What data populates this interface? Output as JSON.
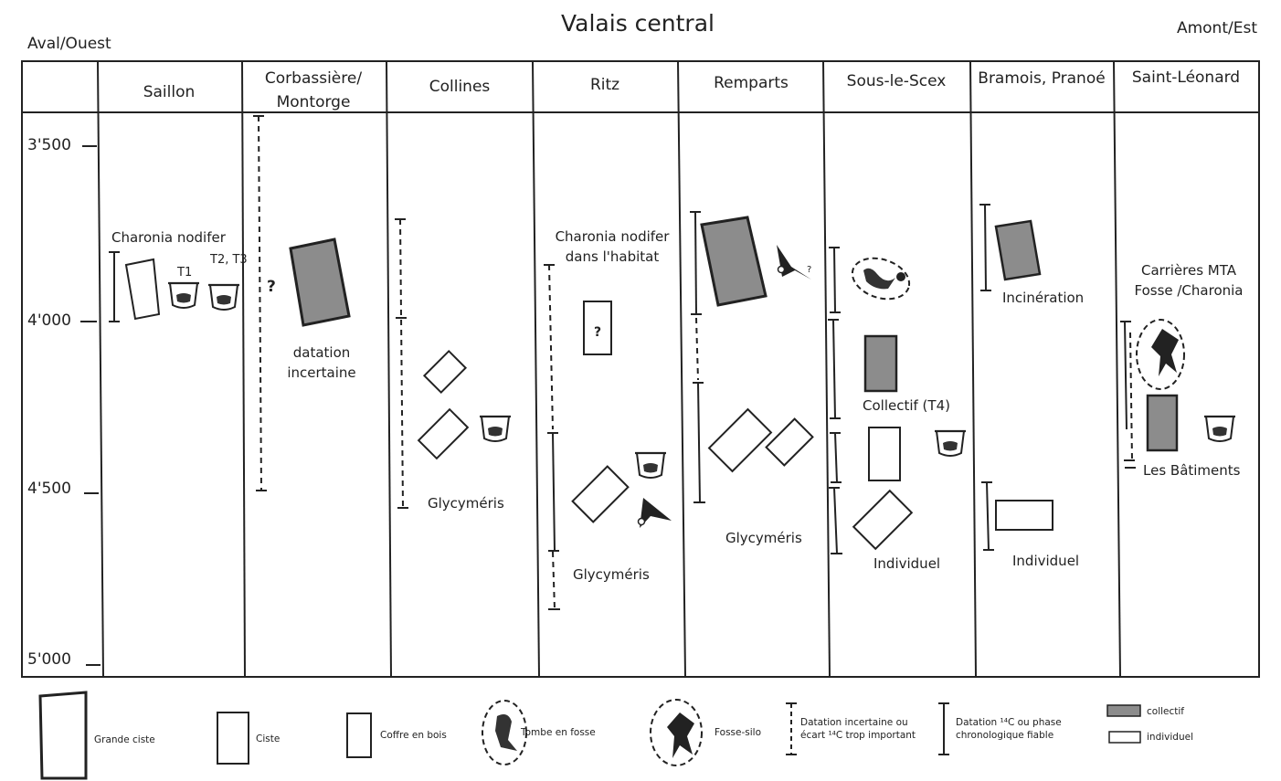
{
  "title": "Valais central",
  "left_label": "Aval/Ouest",
  "right_label": "Amont/Est",
  "columns": [
    "Saillon",
    "Corbassière/\nMontorge",
    "Collines",
    "Ritz",
    "Remparts",
    "Sous-le-Scex",
    "Bramois, Pranoé",
    "Saint-Léonard"
  ],
  "y_ticks": [
    "3'500",
    "4'000",
    "4'500",
    "5'000"
  ],
  "annotations": {
    "saillon_charonia": "Charonia nodifer",
    "saillon_t1": "T1",
    "saillon_t23": "T2, T3",
    "corb_q": "?",
    "corb_dat1": "datation",
    "corb_dat2": "incertaine",
    "collines_gly": "Glycyméris",
    "ritz_charonia1": "Charonia nodifer",
    "ritz_charonia2": "dans l'habitat",
    "ritz_q": "?",
    "ritz_gly": "Glycyméris",
    "remparts_q": "?",
    "remparts_gly": "Glycyméris",
    "sls_collectif": "Collectif (T4)",
    "sls_individuel": "Individuel",
    "bramois_incin": "Incinération",
    "bramois_individuel": "Individuel",
    "stl_carr1": "Carrières MTA",
    "stl_carr2": "Fosse /Charonia",
    "stl_bat": "Les Bâtiments"
  },
  "legend": {
    "grande_ciste": "Grande ciste",
    "ciste": "Ciste",
    "coffre": "Coffre en bois",
    "tombe_fosse": "Tombe en fosse",
    "fosse_silo": "Fosse-silo",
    "dat_incertaine_1": "Datation incertaine ou",
    "dat_incertaine_2": "écart ¹⁴C trop important",
    "dat_fiable_1": "Datation ¹⁴C ou phase",
    "dat_fiable_2": "chronologique fiable",
    "collectif": "collectif",
    "individuel": "individuel"
  },
  "colors": {
    "collective_fill": "#8c8c8c",
    "line": "#222222"
  }
}
